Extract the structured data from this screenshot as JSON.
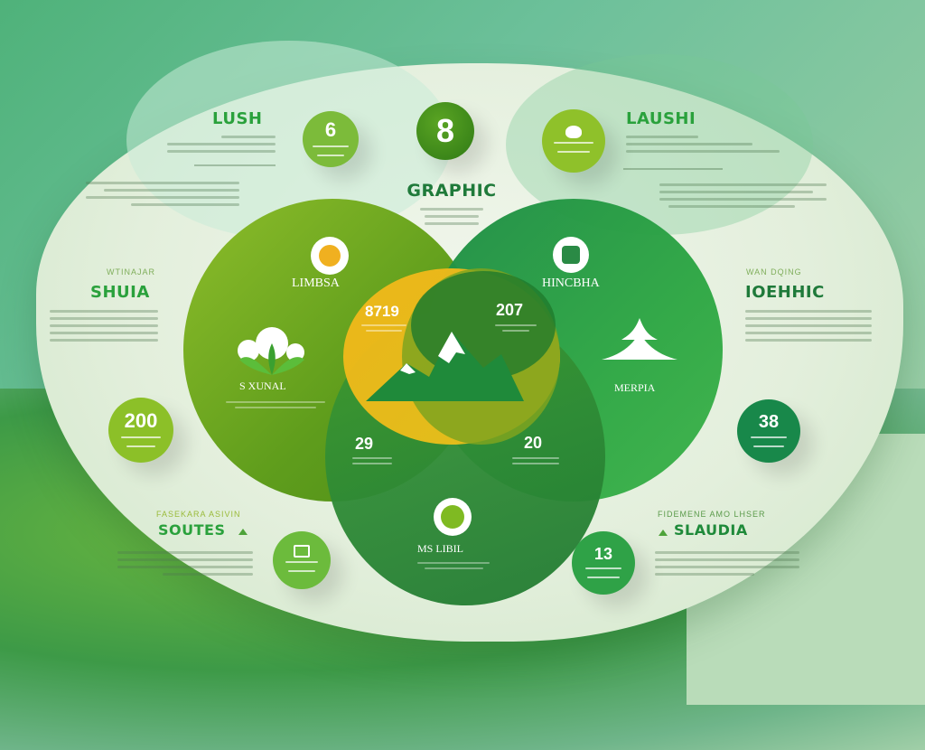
{
  "title": "GRAPHIC",
  "top_badge": {
    "value": "8",
    "color": "#3f8a1c"
  },
  "sections": {
    "top_left": {
      "kicker": "",
      "heading": "LUSH",
      "badge_value": "6",
      "badge_color": "#7cbb3a"
    },
    "top_right": {
      "heading": "LAUSHI",
      "badge_icon": "sprout-icon",
      "badge_color": "#8fc12a"
    },
    "mid_left": {
      "kicker": "WTINAJAR",
      "heading": "SHUIA"
    },
    "mid_right": {
      "kicker": "WAN DQING",
      "heading": "IOEHHIC"
    },
    "bottom_left": {
      "kicker": "FASEKARA ASIVIN",
      "heading": "SOUTES",
      "badge_value": "",
      "badge_color": "#6cbb3c"
    },
    "bottom_right": {
      "kicker": "FIDEMENE AMO LHSER",
      "heading": "SLAUDIA",
      "badge_value": "13",
      "badge_color": "#2fa247"
    }
  },
  "side_badges": {
    "left": {
      "value": "200",
      "color": "#8cc028"
    },
    "right": {
      "value": "38",
      "color": "#18884a"
    }
  },
  "venn": {
    "left": {
      "label": "LIMBSA",
      "sub_label": "S XUNAL",
      "icon": "leaf-icon",
      "color": "#6aa622"
    },
    "right": {
      "label": "HINCBHA",
      "sub_label": "MERPIA",
      "icon": "tree-icon",
      "color": "#27a043"
    },
    "bottom": {
      "label": "MS LIBIL",
      "icon": "swirl-icon",
      "color": "#2b8a34"
    },
    "overlap_top_left": {
      "value": "8719"
    },
    "overlap_top_right": {
      "value": "207"
    },
    "overlap_bottom_left": {
      "value": "29"
    },
    "overlap_bottom_right": {
      "value": "20"
    },
    "center_icon": "mountain-icon"
  },
  "colors": {
    "accent_dark": "#1f7a2c",
    "accent": "#2aa13c",
    "lime": "#8cc028",
    "yellow": "#f0b81a"
  }
}
